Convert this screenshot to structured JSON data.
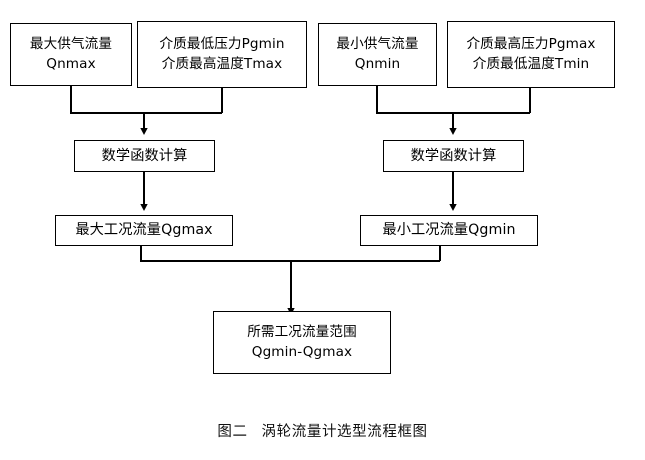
{
  "figure": {
    "caption_label": "图二",
    "caption_title": "涡轮流量计选型流程框图",
    "line_color": "#000000",
    "box_border_color": "#000000",
    "background": "#ffffff"
  },
  "nodes": {
    "qnmax": {
      "line1": "最大供气流量",
      "line2": "Qnmax"
    },
    "pgmin_tmax": {
      "line1": "介质最低压力Pgmin",
      "line2": "介质最高温度Tmax"
    },
    "qnmin": {
      "line1": "最小供气流量",
      "line2": "Qnmin"
    },
    "pgmax_tmin": {
      "line1": "介质最高压力Pgmax",
      "line2": "介质最低温度Tmin"
    },
    "calc_left": {
      "line1": "数学函数计算"
    },
    "calc_right": {
      "line1": "数学函数计算"
    },
    "qgmax": {
      "line1": "最大工况流量Qgmax"
    },
    "qgmin": {
      "line1": "最小工况流量Qgmin"
    },
    "result": {
      "line1": "所需工况流量范围",
      "line2": "Qgmin-Qgmax"
    }
  },
  "chart_data": {
    "type": "diagram",
    "title": "图二　涡轮流量计选型流程框图",
    "diagram_kind": "flowchart",
    "orientation": "top-to-bottom",
    "nodes": [
      {
        "id": "qnmax",
        "text": "最大供气流量 Qnmax",
        "row": 1,
        "column": 1
      },
      {
        "id": "pgmin_tmax",
        "text": "介质最低压力Pgmin 介质最高温度Tmax",
        "row": 1,
        "column": 2
      },
      {
        "id": "qnmin",
        "text": "最小供气流量 Qnmin",
        "row": 1,
        "column": 3
      },
      {
        "id": "pgmax_tmin",
        "text": "介质最高压力Pgmax 介质最低温度Tmin",
        "row": 1,
        "column": 4
      },
      {
        "id": "calc_left",
        "text": "数学函数计算",
        "row": 2,
        "column": 1
      },
      {
        "id": "calc_right",
        "text": "数学函数计算",
        "row": 2,
        "column": 2
      },
      {
        "id": "qgmax",
        "text": "最大工况流量Qgmax",
        "row": 3,
        "column": 1
      },
      {
        "id": "qgmin",
        "text": "最小工况流量Qgmin",
        "row": 3,
        "column": 2
      },
      {
        "id": "result",
        "text": "所需工况流量范围 Qgmin-Qgmax",
        "row": 4,
        "column": 1
      }
    ],
    "edges": [
      {
        "from": "qnmax",
        "to": "calc_left",
        "style": "merge-arrow"
      },
      {
        "from": "pgmin_tmax",
        "to": "calc_left",
        "style": "merge-arrow"
      },
      {
        "from": "qnmin",
        "to": "calc_right",
        "style": "merge-arrow"
      },
      {
        "from": "pgmax_tmin",
        "to": "calc_right",
        "style": "merge-arrow"
      },
      {
        "from": "calc_left",
        "to": "qgmax",
        "style": "arrow"
      },
      {
        "from": "calc_right",
        "to": "qgmin",
        "style": "arrow"
      },
      {
        "from": "qgmax",
        "to": "result",
        "style": "merge-arrow"
      },
      {
        "from": "qgmin",
        "to": "result",
        "style": "merge-arrow"
      }
    ]
  }
}
